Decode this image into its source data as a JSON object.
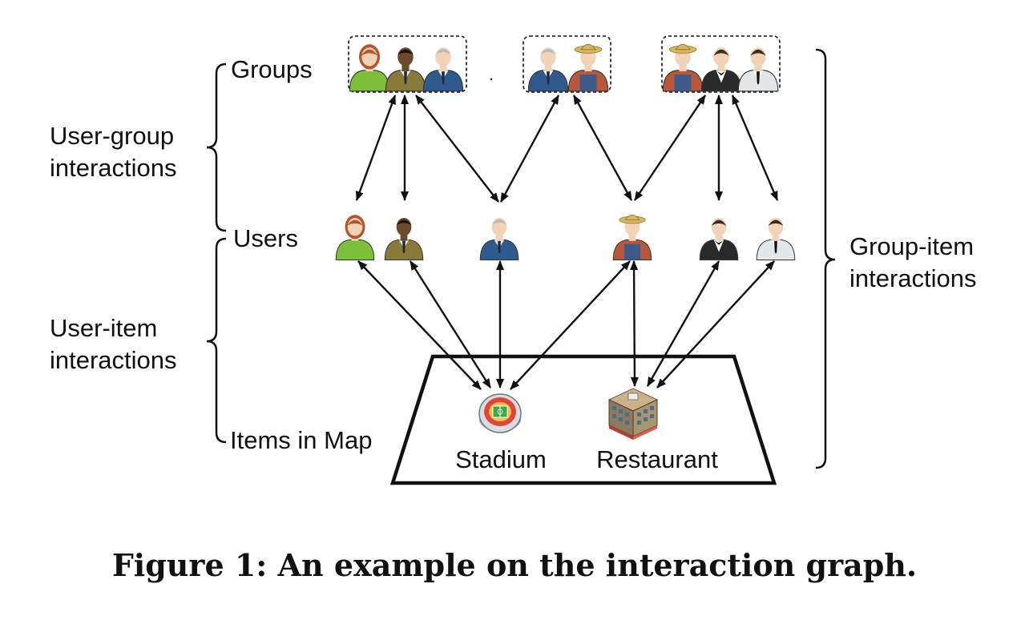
{
  "labels": {
    "groups": "Groups",
    "users": "Users",
    "items_in_map": "Items in Map",
    "user_group_line1": "User-group",
    "user_group_line2": "interactions",
    "user_item_line1": "User-item",
    "user_item_line2": "interactions",
    "group_item_line1": "Group-item",
    "group_item_line2": "interactions"
  },
  "items": {
    "stadium": "Stadium",
    "restaurant": "Restaurant"
  },
  "caption": "Figure 1: An example on the interaction graph.",
  "groups": [
    {
      "members": [
        "woman-green",
        "man-olive",
        "man-blue"
      ]
    },
    {
      "members": [
        "man-blue",
        "farmer"
      ]
    },
    {
      "members": [
        "farmer",
        "waiter",
        "man-white"
      ]
    }
  ],
  "users": [
    "woman-green",
    "man-olive",
    "man-blue",
    "farmer",
    "waiter",
    "man-white"
  ],
  "colors": {
    "line": "#111111",
    "woman-green": "#7cbf3a",
    "man-olive": "#8a7a3a",
    "man-blue": "#2f5a8e",
    "farmer": "#b8583a",
    "waiter": "#2a2a2a",
    "man-white": "#e4e7ea"
  }
}
